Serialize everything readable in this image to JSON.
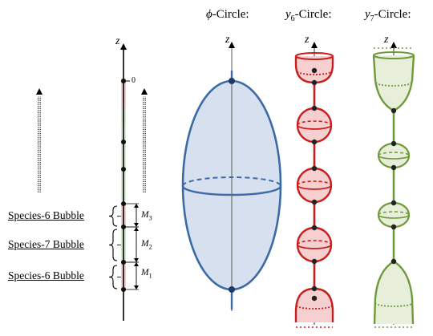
{
  "colors": {
    "phi": "#3c6aa7",
    "phi_fill": "#d6e0ef",
    "y6": "#c81e1e",
    "y6_fill": "#f6d0d0",
    "y7": "#6f9a3a",
    "y7_fill": "#e7efda",
    "axis": "#000000"
  },
  "titles": {
    "phi": {
      "symbol": "ϕ",
      "sub": "",
      "suffix": "-Circle:"
    },
    "y6": {
      "symbol": "y",
      "sub": "6",
      "suffix": "-Circle:"
    },
    "y7": {
      "symbol": "y",
      "sub": "7",
      "suffix": "-Circle:"
    }
  },
  "axis_label": "z",
  "origin_label": "0",
  "gaps": [
    {
      "symbol": "M",
      "sub": "3"
    },
    {
      "symbol": "M",
      "sub": "2"
    },
    {
      "symbol": "M",
      "sub": "1"
    }
  ],
  "bubbles": [
    "Species-6 Bubble",
    "Species-7 Bubble",
    "Species-6 Bubble"
  ]
}
